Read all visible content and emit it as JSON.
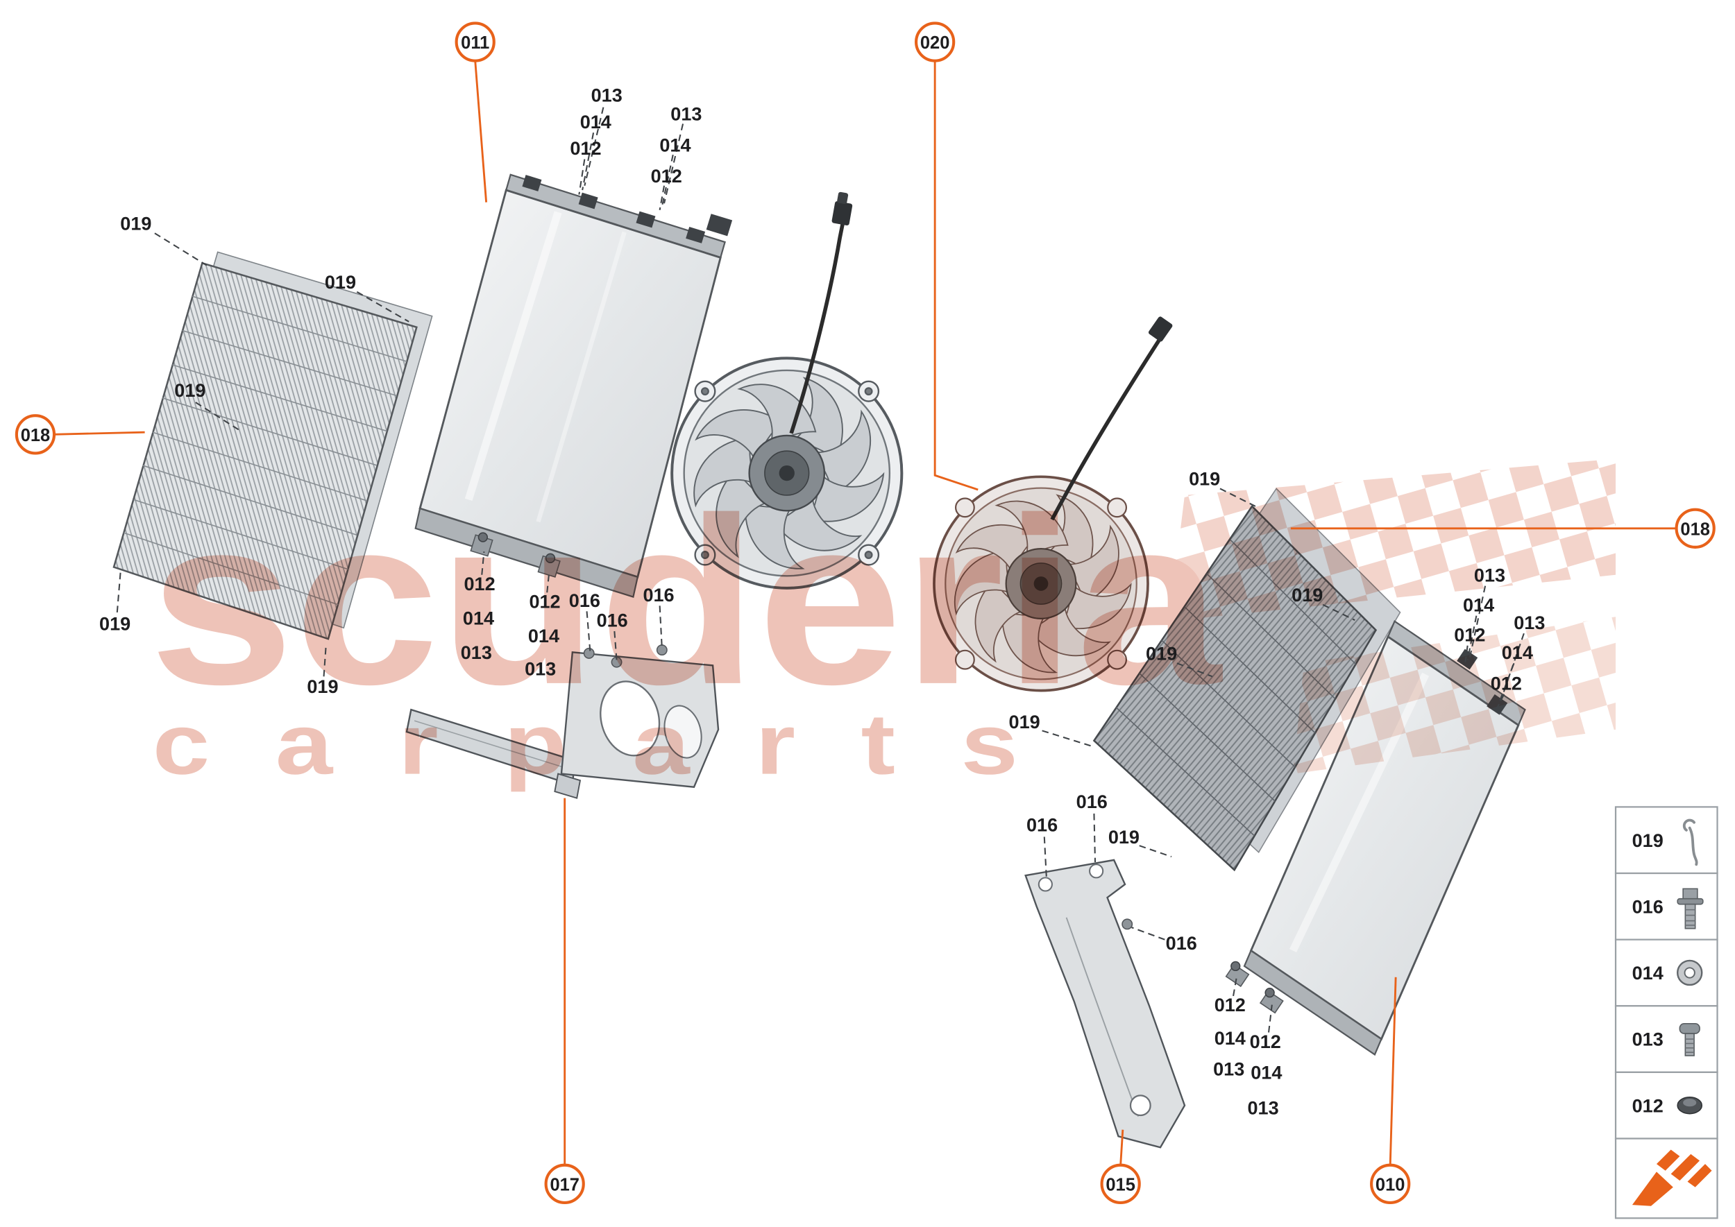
{
  "colors": {
    "accent": "#e8621a",
    "label_text": "#1d1d1f",
    "watermark_pink": "#eec3b8",
    "line_gray": "#55595e"
  },
  "watermark": {
    "title": "scuderia",
    "subtitle": "c a r   p a r t s"
  },
  "callouts": {
    "c010": "010",
    "c011": "011",
    "c015": "015",
    "c017": "017",
    "c018": "018",
    "c020": "020"
  },
  "part_labels": {
    "p012": "012",
    "p013": "013",
    "p014": "014",
    "p016": "016",
    "p019": "019"
  },
  "legend": {
    "rows": [
      {
        "id": "019",
        "icon": "retaining-clip-icon"
      },
      {
        "id": "016",
        "icon": "flange-bolt-icon"
      },
      {
        "id": "014",
        "icon": "washer-icon"
      },
      {
        "id": "013",
        "icon": "screw-icon"
      },
      {
        "id": "012",
        "icon": "grommet-icon"
      }
    ],
    "logo": "scuderia-arrow-logo"
  }
}
